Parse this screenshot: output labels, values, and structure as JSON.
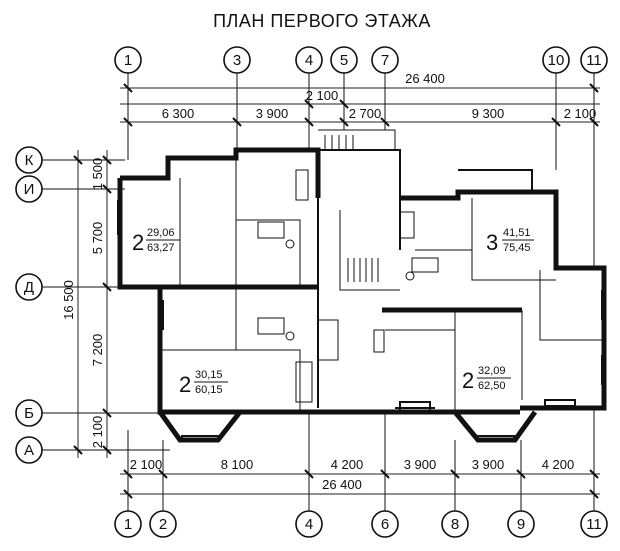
{
  "title": "ПЛАН ПЕРВОГО ЭТАЖА",
  "axes_top": [
    "1",
    "3",
    "4",
    "5",
    "7",
    "10",
    "11"
  ],
  "axes_bottom": [
    "1",
    "2",
    "4",
    "6",
    "8",
    "9",
    "11"
  ],
  "axes_left": [
    "К",
    "И",
    "Д",
    "Б",
    "А"
  ],
  "dims_top_total": "26 400",
  "dims_top_upper": [
    "2 100"
  ],
  "dims_top_lower": [
    "6 300",
    "3 900",
    "2 700",
    "9 300",
    "2 100"
  ],
  "dims_bottom_upper": [
    "2 100",
    "8 100",
    "4 200",
    "3 900",
    "3 900",
    "4 200"
  ],
  "dims_bottom_total": "26 400",
  "dims_left_total": "16 500",
  "dims_left_parts": [
    "1 500",
    "5 700",
    "7 200",
    "2 100"
  ],
  "apartments": [
    {
      "rooms": "2",
      "living": "29,06",
      "total": "63,27"
    },
    {
      "rooms": "3",
      "living": "41,51",
      "total": "75,45"
    },
    {
      "rooms": "2",
      "living": "30,15",
      "total": "60,15"
    },
    {
      "rooms": "2",
      "living": "32,09",
      "total": "62,50"
    }
  ]
}
